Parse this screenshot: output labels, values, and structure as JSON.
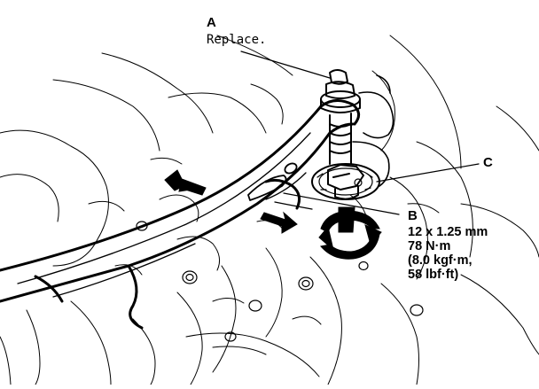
{
  "callouts": {
    "a": {
      "letter": "A",
      "note": "Replace."
    },
    "b": {
      "letter": "B",
      "specs": [
        "12 x 1.25 mm",
        "78 N·m",
        "(8.0 kgf·m,",
        "58 lbf·ft)"
      ]
    },
    "c": {
      "letter": "C"
    }
  },
  "colors": {
    "ink": "#000000",
    "paper": "#ffffff"
  },
  "icons": [
    "direction-arrow-icon",
    "torque-rotation-icon"
  ]
}
